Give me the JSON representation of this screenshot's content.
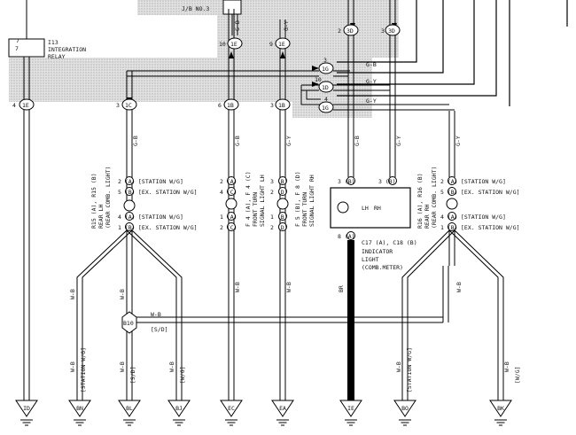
{
  "relay": {
    "pin": "7",
    "name": "I13",
    "desc1": "INTEGRATION",
    "desc2": "RELAY"
  },
  "jb": {
    "label": "J/B NO.3"
  },
  "top_connectors": [
    {
      "pin": "10",
      "conn": "1E",
      "wire": "G-B"
    },
    {
      "pin": "9",
      "conn": "1E",
      "wire": "G-Y"
    }
  ],
  "joint_connectors": [
    {
      "pin": "2",
      "conn": "3D"
    },
    {
      "pin": "3",
      "conn": "3D"
    },
    {
      "pin": "3",
      "conn": "1G",
      "wire": "G-B"
    },
    {
      "pin": "10",
      "conn": "1D",
      "wire": "G-Y"
    },
    {
      "pin": "4",
      "conn": "1G",
      "wire": "G-Y"
    }
  ],
  "mid_connectors": [
    {
      "pin": "4",
      "conn": "1E"
    },
    {
      "pin": "3",
      "conn": "1C"
    },
    {
      "pin": "6",
      "conn": "1B"
    },
    {
      "pin": "3",
      "conn": "1B"
    }
  ],
  "wires": {
    "gb": "G-B",
    "gy": "G-Y",
    "wb": "W-B",
    "br": "BR",
    "sd": "[S/D]",
    "station_wg": "[STATION W/G]",
    "wg": "[W/G]"
  },
  "components": {
    "rear_lh": {
      "id": "R15 (A), R15 (B)",
      "name1": "REAR LH",
      "name2": "(REAR COMB. LIGHT)",
      "pins": [
        "2 (A)",
        "5 (B)",
        "4 (A)",
        "1 (B)"
      ],
      "notes": [
        "[STATION W/G]",
        "[EX. STATION W/G]",
        "[STATION W/G]",
        "[EX. STATION W/G]"
      ]
    },
    "front_lh": {
      "id": "F 4 (A), F 4 (C)",
      "name1": "FRONT TURN",
      "name2": "SIGNAL LIGHT LH",
      "pins": [
        "2 (A)",
        "4 (C)",
        "1 (A)",
        "2 (C)"
      ]
    },
    "front_rh": {
      "id": "F 5 (B), F 8 (D)",
      "name1": "FRONT TURN",
      "name2": "SIGNAL LIGHT RH",
      "pins": [
        "3 (B)",
        "2 (D)",
        "1 (B)",
        "2 (D)"
      ]
    },
    "indicator": {
      "id": "C17 (A), C18 (B)",
      "name1": "INDICATOR",
      "name2": "LIGHT",
      "name3": "(COMB.METER)",
      "lh": "LH",
      "rh": "RH",
      "pin_in_a": "3 (B)",
      "pin_in_b": "3 (B)",
      "pin_out": "8 (A)"
    },
    "rear_rh": {
      "id": "R16 (A), R16 (B)",
      "name1": "REAR RH",
      "name2": "(REAR COMB. LIGHT)",
      "pins": [
        "2 (A)",
        "5 (B)",
        "4 (A)",
        "1 (B)"
      ],
      "notes": [
        "[STATION W/G]",
        "[EX. STATION W/G]",
        "[STATION W/G]",
        "[EX. STATION W/G]"
      ]
    }
  },
  "junction": {
    "id": "B10",
    "note": "[S/D]"
  },
  "grounds": [
    "ID",
    "BN",
    "BL",
    "BJ",
    "EC",
    "EA",
    "IE",
    "BO",
    "BK"
  ]
}
